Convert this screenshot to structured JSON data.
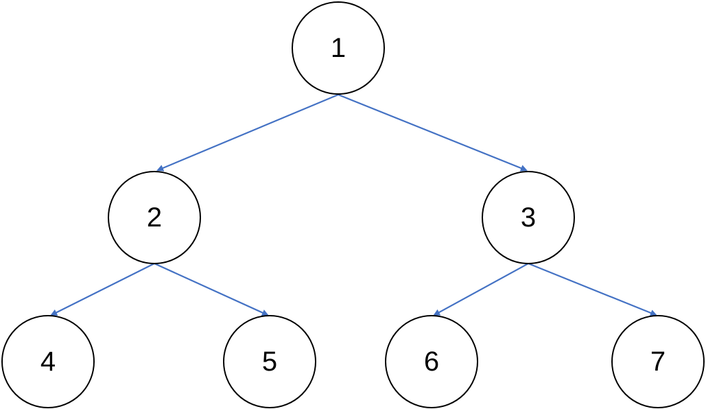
{
  "diagram": {
    "type": "binary-tree",
    "edge_color": "#4472C4",
    "node_stroke_color": "#000000",
    "node_fill_color": "#ffffff",
    "nodes": [
      {
        "id": "n1",
        "label": "1"
      },
      {
        "id": "n2",
        "label": "2"
      },
      {
        "id": "n3",
        "label": "3"
      },
      {
        "id": "n4",
        "label": "4"
      },
      {
        "id": "n5",
        "label": "5"
      },
      {
        "id": "n6",
        "label": "6"
      },
      {
        "id": "n7",
        "label": "7"
      }
    ],
    "edges": [
      {
        "from": "n1",
        "to": "n2"
      },
      {
        "from": "n1",
        "to": "n3"
      },
      {
        "from": "n2",
        "to": "n4"
      },
      {
        "from": "n2",
        "to": "n5"
      },
      {
        "from": "n3",
        "to": "n6"
      },
      {
        "from": "n3",
        "to": "n7"
      }
    ]
  }
}
